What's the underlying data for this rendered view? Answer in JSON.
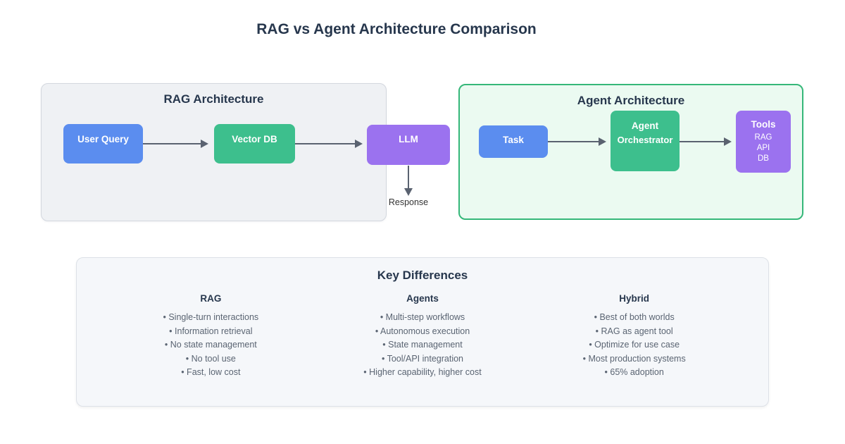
{
  "title": "RAG vs Agent Architecture Comparison",
  "colors": {
    "blue": "#5B8DEF",
    "green": "#3DBF8D",
    "purple": "#9B72EF",
    "arrow": "#5A6270",
    "heading": "#27374D",
    "text-gray": "#5A6472",
    "text-dark": "#333333",
    "panel-bg": "#EFF1F4",
    "panel-border": "#D3D7DE",
    "mint-bg": "#EBFAF1",
    "mint-border": "#35B779",
    "kd-bg": "#F5F7FA",
    "kd-border": "#DDE1E7"
  },
  "rag_panel": {
    "title": "RAG Architecture",
    "nodes": {
      "user_query": "User Query",
      "vector_db": "Vector DB",
      "llm": "LLM"
    },
    "response_label": "Response"
  },
  "agent_panel": {
    "title": "Agent Architecture",
    "nodes": {
      "task": "Task",
      "agent": {
        "label": "Agent",
        "sublabel": "Orchestrator"
      },
      "tools": {
        "label": "Tools",
        "lines": [
          "RAG",
          "API",
          "DB"
        ]
      }
    }
  },
  "key_differences": {
    "title": "Key Differences",
    "bullet": "•",
    "columns": [
      {
        "heading": "RAG",
        "items": [
          "Single-turn interactions",
          "Information retrieval",
          "No state management",
          "No tool use",
          "Fast, low cost"
        ]
      },
      {
        "heading": "Agents",
        "items": [
          "Multi-step workflows",
          "Autonomous execution",
          "State management",
          "Tool/API integration",
          "Higher capability, higher cost"
        ]
      },
      {
        "heading": "Hybrid",
        "items": [
          "Best of both worlds",
          "RAG as agent tool",
          "Optimize for use case",
          "Most production systems",
          "65% adoption"
        ]
      }
    ]
  }
}
